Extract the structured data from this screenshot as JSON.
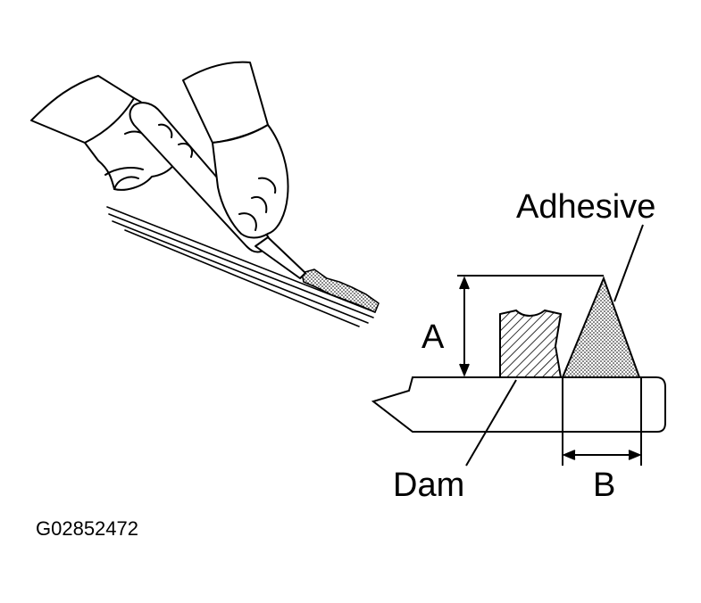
{
  "labels": {
    "adhesive": "Adhesive",
    "dimension_a": "A",
    "dam": "Dam",
    "dimension_b": "B",
    "figure_code": "G02852472"
  },
  "colors": {
    "ink": "#000000",
    "paper": "#ffffff"
  }
}
